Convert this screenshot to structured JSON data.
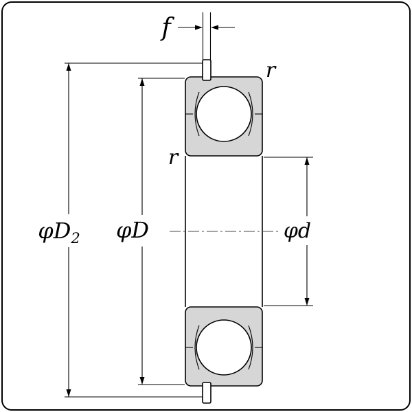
{
  "labels": {
    "f": "f",
    "r_outer": "r",
    "r_inner": "r",
    "phi_d2_main": "φD",
    "phi_d2_sub": "2",
    "phi_d_outer": "φD",
    "phi_d_bore": "φd"
  },
  "colors": {
    "ring_fill": "#d6d6d6",
    "line": "#000000",
    "centerline": "#444444",
    "background": "#ffffff"
  }
}
